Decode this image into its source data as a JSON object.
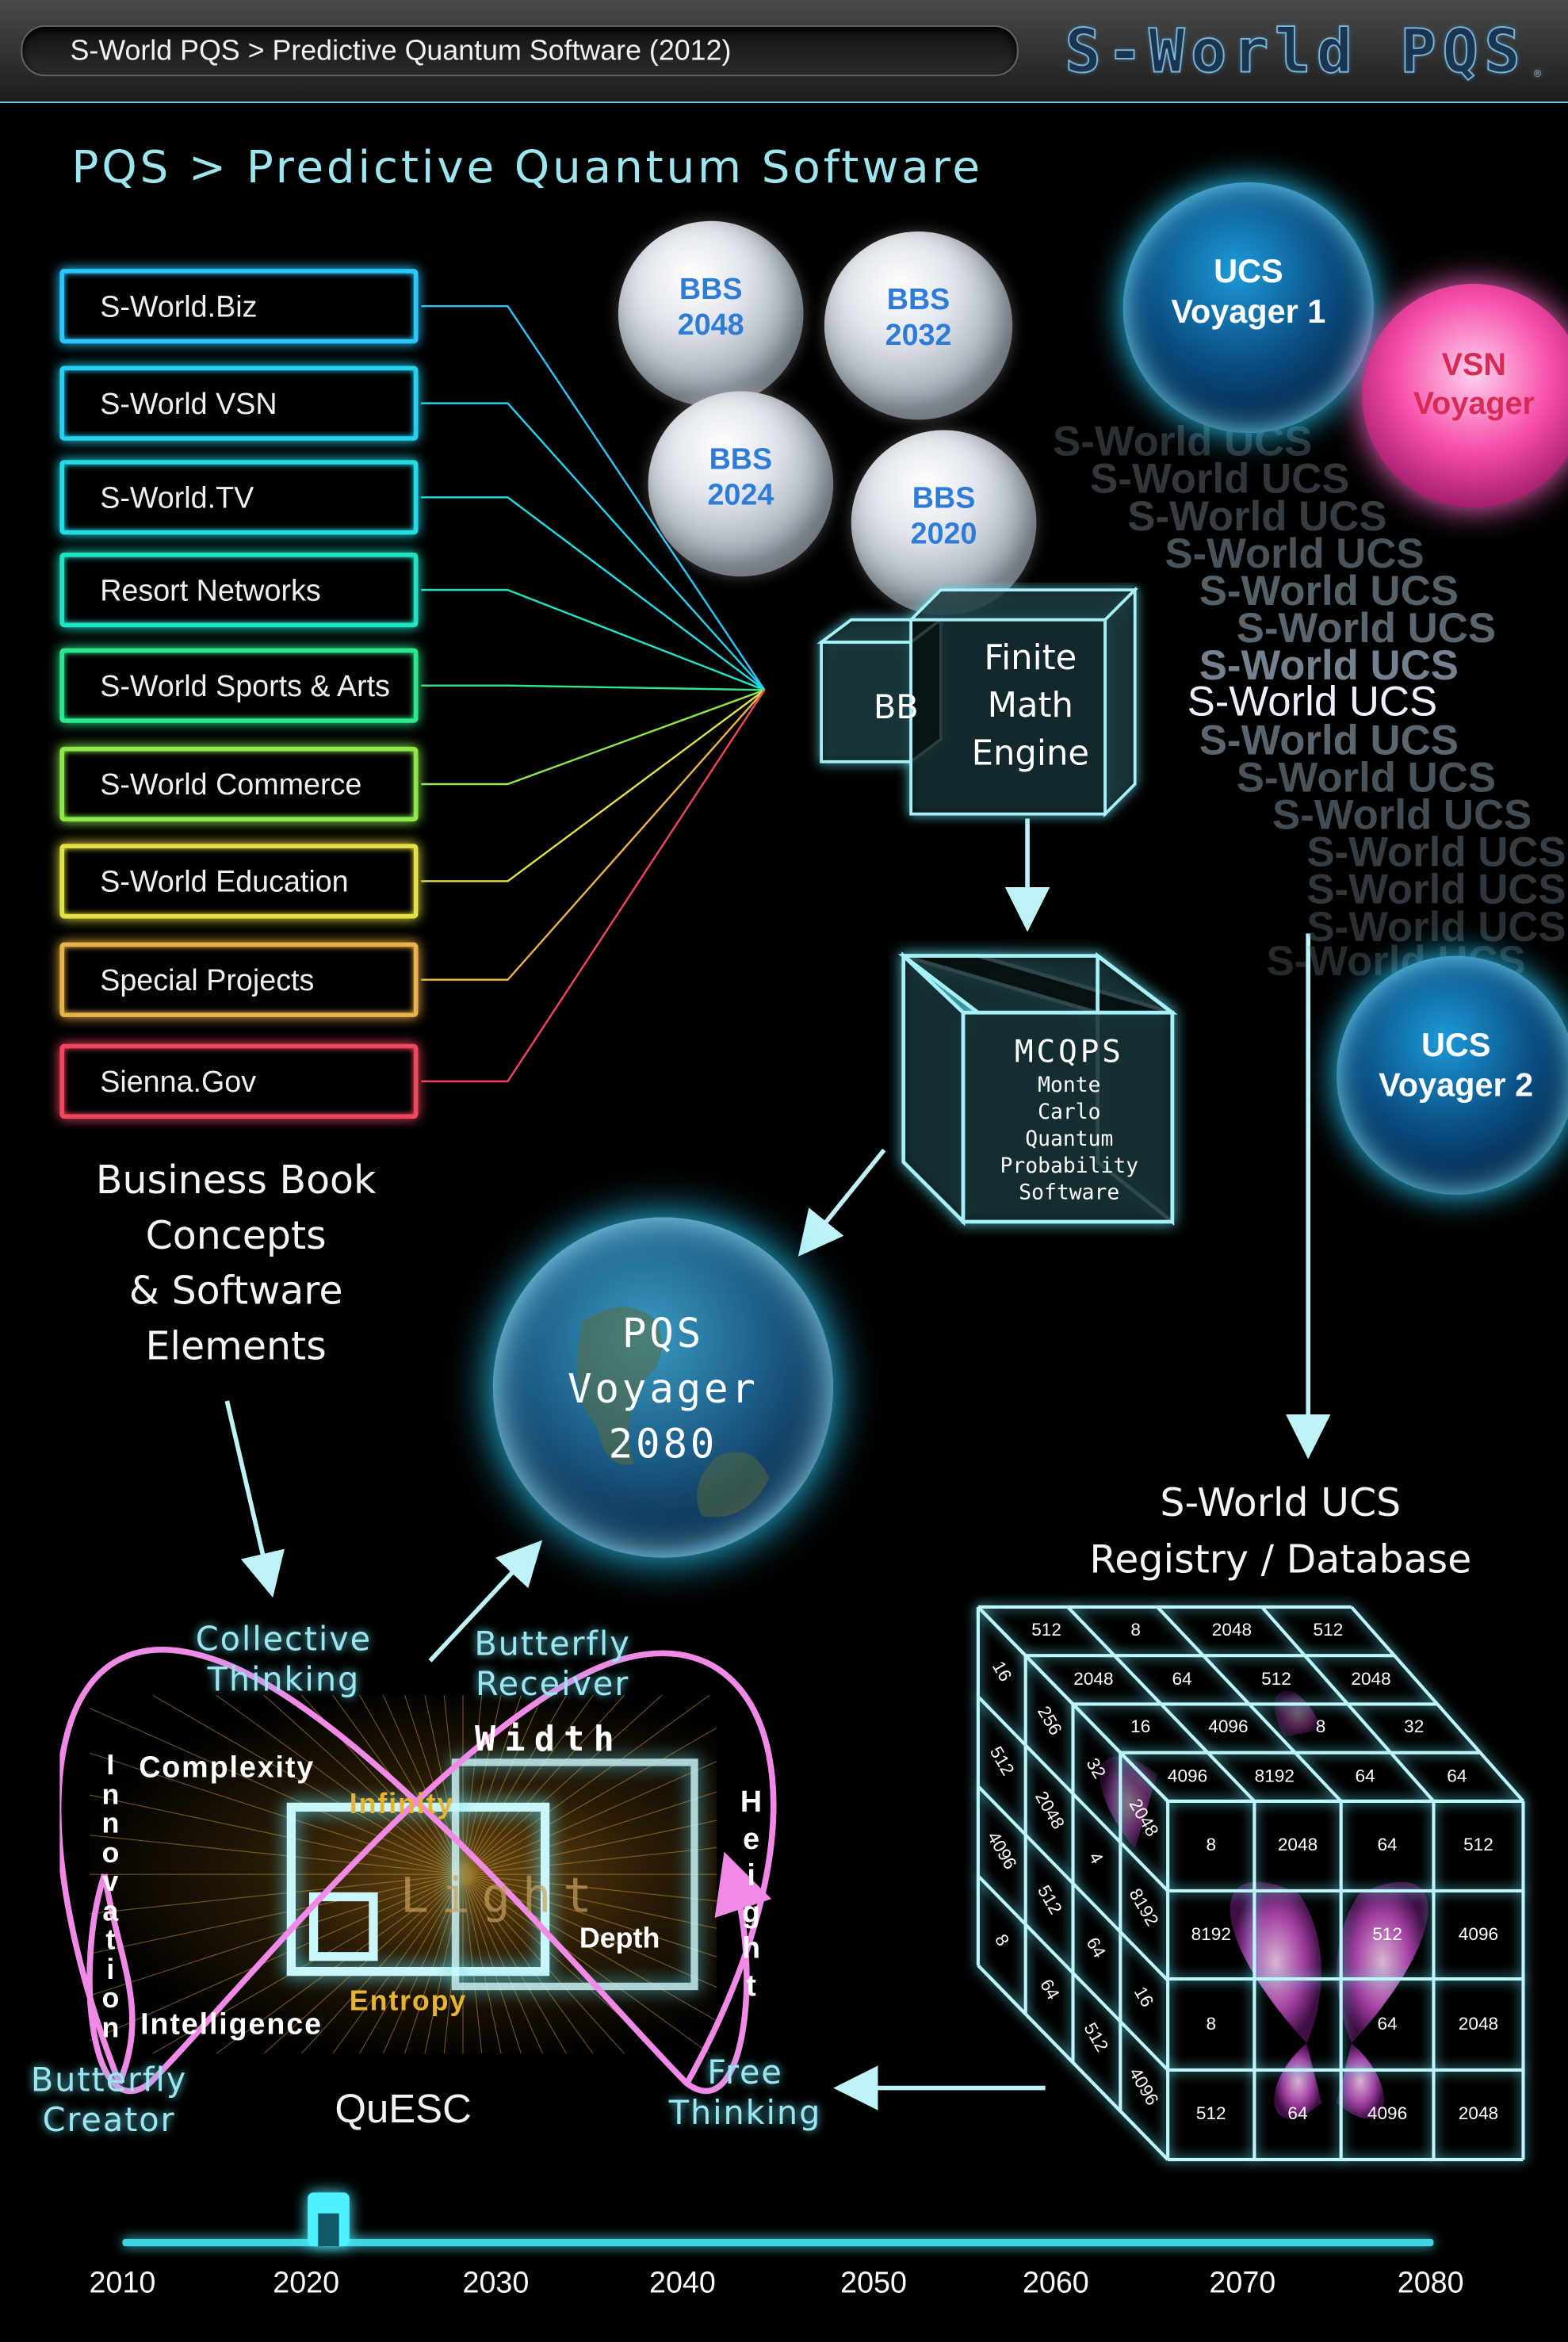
{
  "header": {
    "breadcrumb": "S-World PQS > Predictive Quantum Software (2012)",
    "brand": "S-World PQS",
    "brand_mark": "®"
  },
  "page_title": "PQS > Predictive Quantum Software",
  "nav": [
    {
      "label": "S-World.Biz",
      "color": "#29c6ff"
    },
    {
      "label": "S-World VSN",
      "color": "#25d0f0"
    },
    {
      "label": "S-World.TV",
      "color": "#22dce6"
    },
    {
      "label": "Resort Networks",
      "color": "#20e2c4"
    },
    {
      "label": "S-World Sports & Arts",
      "color": "#2ee88e"
    },
    {
      "label": "S-World Commerce",
      "color": "#8ee84c"
    },
    {
      "label": "S-World Education",
      "color": "#e3e146"
    },
    {
      "label": "Special Projects",
      "color": "#e9b24a"
    },
    {
      "label": "Sienna.Gov",
      "color": "#f0465e"
    }
  ],
  "concepts": {
    "line1": "Business Book",
    "line2": "Concepts",
    "line3": "& Software",
    "line4": "Elements"
  },
  "bbs": [
    {
      "label": "BBS\n2048"
    },
    {
      "label": "BBS\n2032"
    },
    {
      "label": "BBS\n2024"
    },
    {
      "label": "BBS\n2020"
    }
  ],
  "orbs": {
    "ucs1": "UCS\nVoyager 1",
    "vsn": "VSN\nVoyager",
    "ucs2": "UCS\nVoyager 2",
    "pqs": "PQS\nVoyager\n2080"
  },
  "ucs_ghost": "S-World UCS",
  "ucs_main": "S-World UCS",
  "engine": {
    "bb": "BB",
    "fme1": "Finite",
    "fme2": "Math",
    "fme3": "Engine"
  },
  "mcqps": {
    "title": "MCQPS",
    "l1": "Monte",
    "l2": "Carlo",
    "l3": "Quantum",
    "l4": "Probability",
    "l5": "Software"
  },
  "registry": {
    "line1": "S-World UCS",
    "line2": "Registry / Database"
  },
  "cube_numbers": {
    "top_row1": [
      "512",
      "8",
      "2048",
      "512"
    ],
    "top_row2": [
      "2048",
      "64",
      "512",
      "2048"
    ],
    "top_row3": [
      "16",
      "4096",
      "8",
      "32"
    ],
    "top_row4": [
      "4096",
      "8192",
      "64",
      "64"
    ],
    "left": [
      "16",
      "256",
      "32",
      "2048",
      "512",
      "2048",
      "4",
      "8192",
      "4096",
      "512",
      "64",
      "16",
      "8",
      "64",
      "512",
      "4096"
    ],
    "front": [
      [
        "8",
        "2048",
        "64",
        "512"
      ],
      [
        "8192",
        "",
        "512",
        "4096"
      ],
      [
        "8",
        "",
        "64",
        "2048"
      ],
      [
        "512",
        "64",
        "4096",
        "2048"
      ]
    ]
  },
  "quesc": {
    "collective": "Collective\nThinking",
    "receiver": "Butterfly\nReceiver",
    "creator": "Butterfly\nCreator",
    "free": "Free\nThinking",
    "name": "QuESC",
    "complexity": "Complexity",
    "infinity": "Infinity",
    "width": "Width",
    "light": "Light",
    "depth": "Depth",
    "entropy": "Entropy",
    "intelligence": "Intelligence",
    "innovation": "Innovation",
    "height": "Height"
  },
  "timeline": {
    "years": [
      "2010",
      "2020",
      "2030",
      "2040",
      "2050",
      "2060",
      "2070",
      "2080"
    ],
    "current": "2020"
  }
}
